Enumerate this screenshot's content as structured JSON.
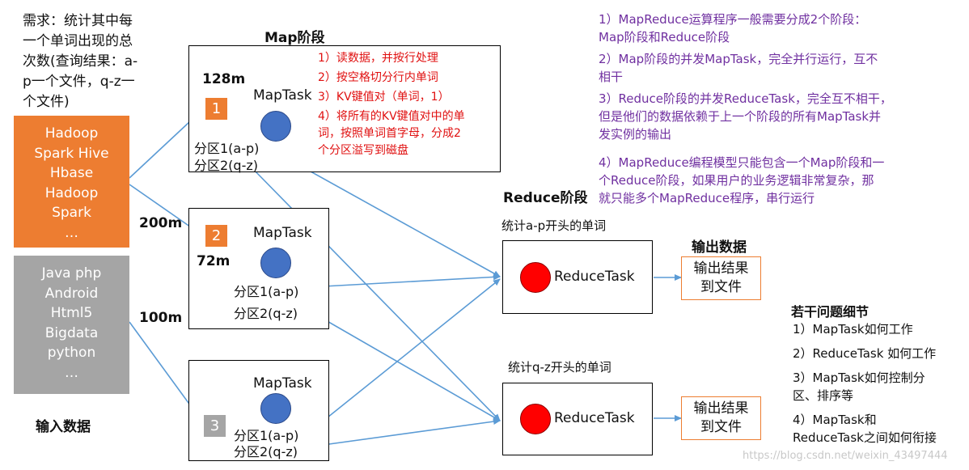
{
  "requirement": [
    "需求：统计其中每",
    "一个单词出现的总",
    "次数(查询结果：a-",
    "p一个文件，q-z一",
    "个文件)"
  ],
  "input_file1_lines": [
    "Hadoop",
    "Spark Hive",
    "Hbase",
    "Hadoop",
    "Spark",
    "…"
  ],
  "input_file2_lines": [
    "Java php",
    "Android",
    "Html5",
    "Bigdata",
    "python",
    "…"
  ],
  "input_label": "输入数据",
  "map_stage_title": "Map阶段",
  "reduce_stage_title": "Reduce阶段",
  "output_title": "输出数据",
  "split_sizes": {
    "s128": "128m",
    "s200": "200m",
    "s72": "72m",
    "s100": "100m"
  },
  "badges": {
    "b1": "1",
    "b2": "2",
    "b3": "3"
  },
  "maptask_label": "MapTask",
  "partition1": "分区1(a-p)",
  "partition2": "分区2(q-z)",
  "map_steps": [
    "1）读数据，并按行处理",
    "2）按空格切分行内单词",
    "3）KV键值对（单词，1）",
    "4）将所有的KV键值对中的单",
    "词，按照单词首字母，分成2",
    "个分区溢写到磁盘"
  ],
  "reduce_label_ap": "统计a-p开头的单词",
  "reduce_label_qz": "统计q-z开头的单词",
  "reducetask_label": "ReduceTask",
  "output_box_lines": [
    "输出结果",
    "到文件"
  ],
  "notes": [
    "1）MapReduce运算程序一般需要分成2个阶段：",
    "Map阶段和Reduce阶段",
    "2）Map阶段的并发MapTask，完全并行运行，互不",
    "相干",
    "3）Reduce阶段的并发ReduceTask，完全互不相干，",
    "但是他们的数据依赖于上一个阶段的所有MapTask并",
    "发实例的输出",
    "4）MapReduce编程模型只能包含一个Map阶段和一",
    "个Reduce阶段，如果用户的业务逻辑非常复杂，那",
    "就只能多个MapReduce程序，串行运行"
  ],
  "questions_title": "若干问题细节",
  "questions": [
    "1）MapTask如何工作",
    "2）ReduceTask 如何工作",
    "3）MapTask如何控制分",
    "区、排序等",
    "4）MapTask和",
    "ReduceTask之间如何衔接"
  ],
  "watermark": "https://blog.csdn.net/weixin_43497444",
  "colors": {
    "orange": "#ed7d31",
    "gray": "#a5a5a5",
    "blue": "#4472c4",
    "red": "#ff0000",
    "arrow": "#5b9bd5",
    "purple": "#7030a0"
  }
}
